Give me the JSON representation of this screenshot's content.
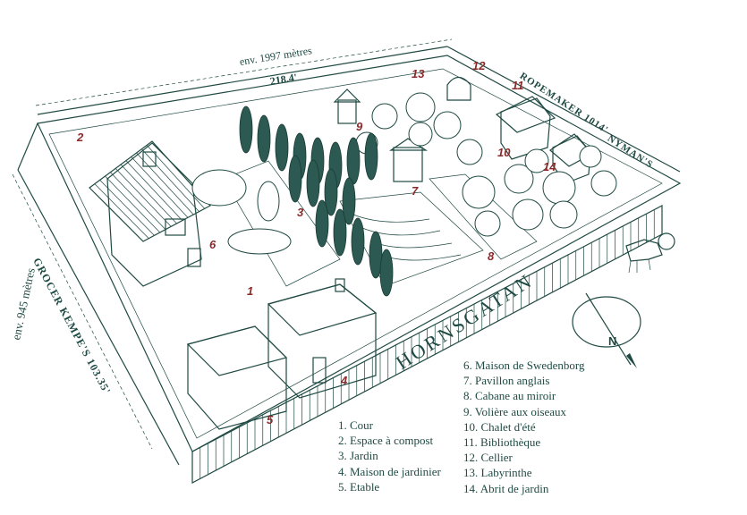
{
  "map": {
    "measures": {
      "top_metric": "env. 1997 mètres",
      "top_feet": "218.4'",
      "left_feet": "103.35'",
      "left_metric": "env. 945 mètres"
    },
    "streets": {
      "south": "HORNSGATAN",
      "west": "GROCER KEMPE'S",
      "east_1": "ROPEMAKER 1014'",
      "east_2": "NYMAN'S"
    },
    "compass": {
      "north": "N"
    },
    "markers": [
      "1",
      "2",
      "3",
      "4",
      "5",
      "6",
      "7",
      "8",
      "9",
      "10",
      "11",
      "12",
      "13",
      "14"
    ],
    "legend_left": [
      "1.  Cour",
      "2. Espace à compost",
      "3. Jardin",
      "4. Maison de jardinier",
      "5. Etable"
    ],
    "legend_right": [
      "6. Maison de Swedenborg",
      "7. Pavillon anglais",
      "8. Cabane au miroir",
      "9. Volière aux oiseaux",
      "10. Chalet d'été",
      "11. Bibliothèque",
      "12. Cellier",
      "13. Labyrinthe",
      "14. Abrit de jardin"
    ]
  },
  "colors": {
    "ink": "#1f4a43",
    "marker": "#8a2a2a",
    "background": "#ffffff"
  }
}
